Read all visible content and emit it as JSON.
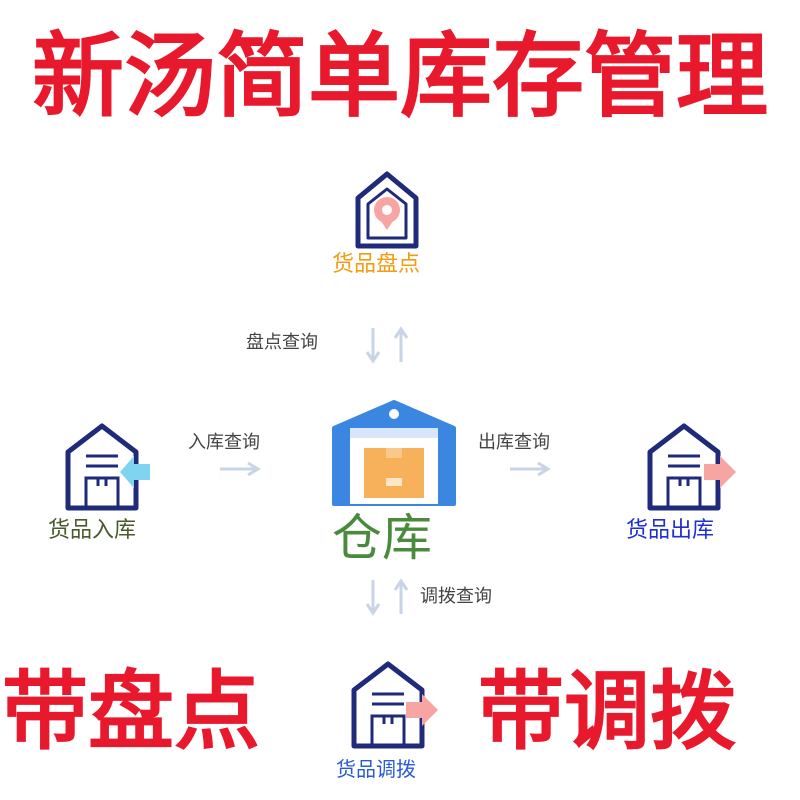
{
  "title": "新汤简单库存管理",
  "center": {
    "label": "仓库"
  },
  "modules": {
    "top": {
      "label": "货品盘点",
      "color": "#f39c12"
    },
    "left": {
      "label": "货品入库",
      "color": "#4a5a2a"
    },
    "right": {
      "label": "货品出库",
      "color": "#1f2fd0"
    },
    "bottom": {
      "label": "货品调拨",
      "color": "#2a5bd7"
    }
  },
  "queries": {
    "top": "盘点查询",
    "left": "入库查询",
    "right": "出库查询",
    "bottom": "调拨查询"
  },
  "slogans": {
    "left": "带盘点",
    "right": "带调拨"
  },
  "colors": {
    "title_red": "#e8192c",
    "warehouse_blue": "#3a86e0",
    "navy": "#1f2a7a",
    "arrow_gray": "#c9d4e6"
  },
  "icons": {
    "warehouse_main": "warehouse-icon",
    "stocktake": "stocktake-warehouse-icon",
    "inbound": "inbound-warehouse-icon",
    "outbound": "outbound-warehouse-icon",
    "transfer": "transfer-warehouse-icon"
  }
}
